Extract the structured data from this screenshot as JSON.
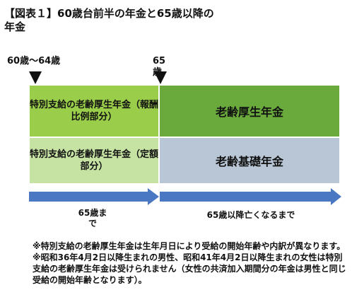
{
  "title": "【図表１】60歳台前半の年金と65歳以降の年金",
  "age_markers": {
    "start_label": "60歳〜64歳",
    "mid_label": "65歳"
  },
  "blocks": {
    "special_top": "特別支給の老齢厚生年金（報酬比例部分）",
    "special_bottom": "特別支給の老齢厚生年金（定額部分）",
    "old_age_pension": "老齢厚生年金",
    "basic_pension": "老齢基礎年金"
  },
  "arrows": {
    "left_label": "65歳まで",
    "right_label": "65歳以降亡くなるまで"
  },
  "notes": [
    "※特別支給の老齢厚生年金は生年月日により受給の開始年齢や内訳が異なります。",
    "※昭和36年4月2日以降生まれの男性、昭和41年4月2日以降生まれの女性は特別支給の老齢厚生年金は受けられません（女性の共済加入期間分の年金は男性と同じ受給の開始年齢となります）。"
  ],
  "colors": {
    "light_green": "#9acd4a",
    "pale_green": "#c7e3a4",
    "dark_green": "#6aa93b",
    "blue_gray": "#b9c6d6",
    "arrow_blue": "#4a78c2"
  }
}
